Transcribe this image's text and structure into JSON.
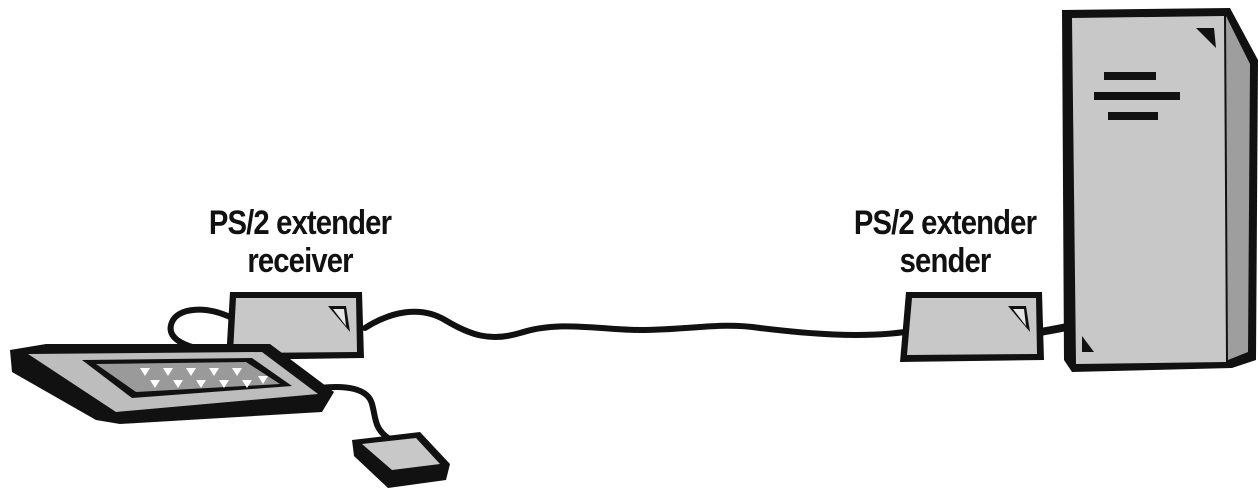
{
  "diagram": {
    "receiver_label": {
      "line1": "PS/2 extender",
      "line2": "receiver"
    },
    "sender_label": {
      "line1": "PS/2 extender",
      "line2": "sender"
    },
    "colors": {
      "outline": "#111111",
      "device_fill": "#c8c8c8",
      "dark_fill": "#2a2a2a",
      "background": "#ffffff"
    },
    "icons": [
      "keyboard-icon",
      "mouse-icon",
      "extender-box-icon",
      "computer-tower-icon"
    ]
  }
}
